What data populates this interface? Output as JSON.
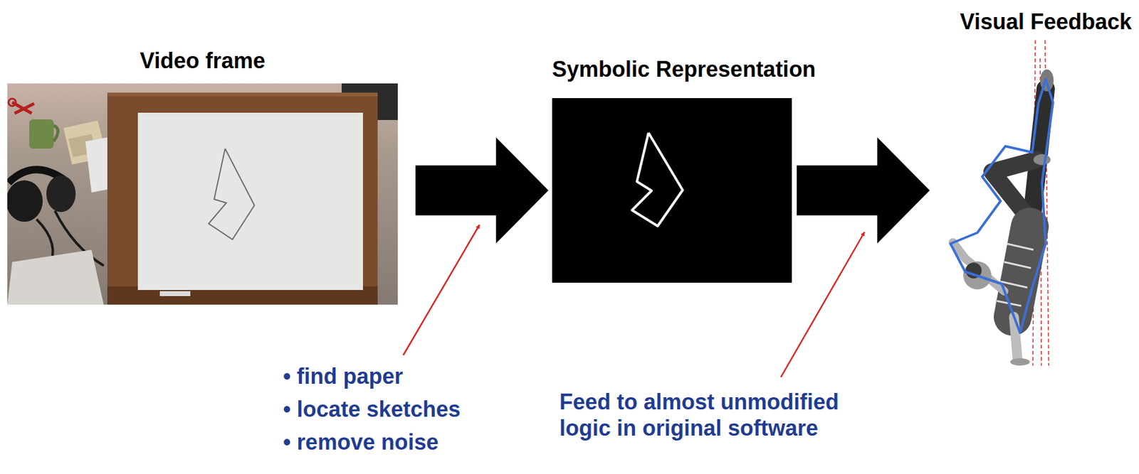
{
  "diagram": {
    "nodes": [
      {
        "text": [
          "Video frame"
        ]
      },
      {
        "text": [
          "Symbolic Representation"
        ]
      },
      {
        "text": [
          "Visual Feedback"
        ]
      }
    ],
    "edges": [
      {
        "from": 0,
        "to": 1,
        "arrow": "to"
      },
      {
        "from": 1,
        "to": 2,
        "arrow": "to"
      }
    ],
    "labels": [
      "• find paper",
      "• locate sketches",
      "• remove noise",
      "Feed to almost unmodified logic in original software"
    ]
  }
}
